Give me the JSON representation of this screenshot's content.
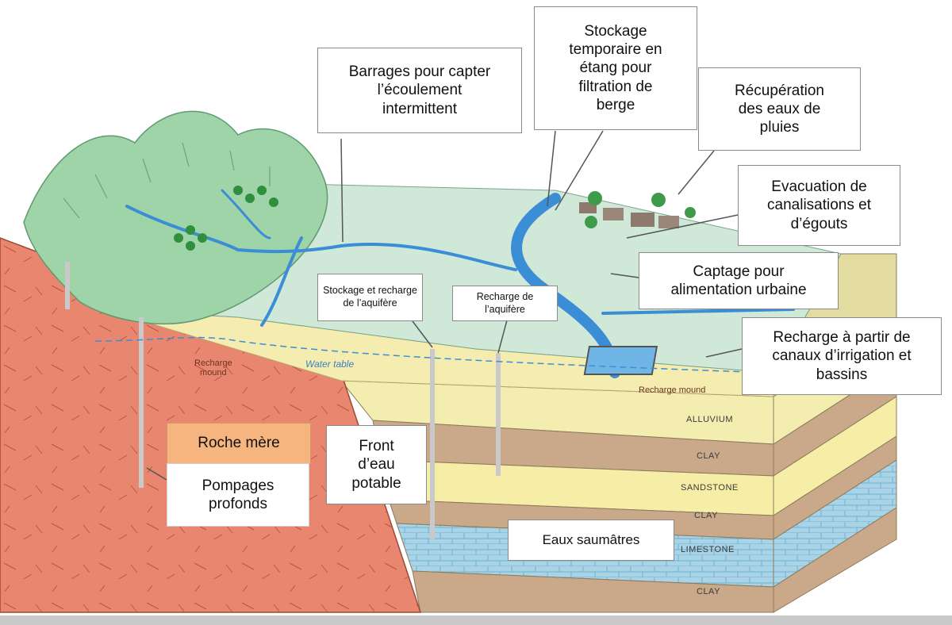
{
  "callouts": {
    "barrages": "Barrages pour capter\nl’écoulement\nintermittent",
    "stockage_etang": "Stockage\ntemporaire en\nétang pour\nfiltration de\nberge",
    "recuperation": "Récupération\ndes eaux de\npluies",
    "evacuation": "Evacuation de\ncanalisations et\nd’égouts",
    "captage": "Captage pour\nalimentation urbaine",
    "recharge_canaux": "Recharge à partir de\ncanaux d’irrigation et\nbassins",
    "stockage_recharge": "Stockage et recharge\nde l’aquifère",
    "recharge_aquifere": "Recharge de\nl’aquifère",
    "roche_mere": "Roche mère",
    "pompages": "Pompages\nprofonds",
    "front_eau": "Front\nd’eau\npotable",
    "eaux_saumatres": "Eaux saumâtres"
  },
  "diagram_labels": {
    "water_table": "Water table",
    "recharge_mound_left": "Recharge\nmound",
    "recharge_mound_right": "Recharge mound",
    "layers": [
      "ALLUVIUM",
      "CLAY",
      "SANDSTONE",
      "CLAY",
      "LIMESTONE",
      "CLAY"
    ]
  },
  "colors": {
    "hills": "#9fd3a8",
    "plain": "#cfe8d8",
    "bedrock": "#e8866f",
    "alluvium": "#f3eeb0",
    "clay": "#c9a98a",
    "sandstone": "#f6eea6",
    "limestone": "#a9d3e6",
    "water": "#3b8ed6"
  }
}
